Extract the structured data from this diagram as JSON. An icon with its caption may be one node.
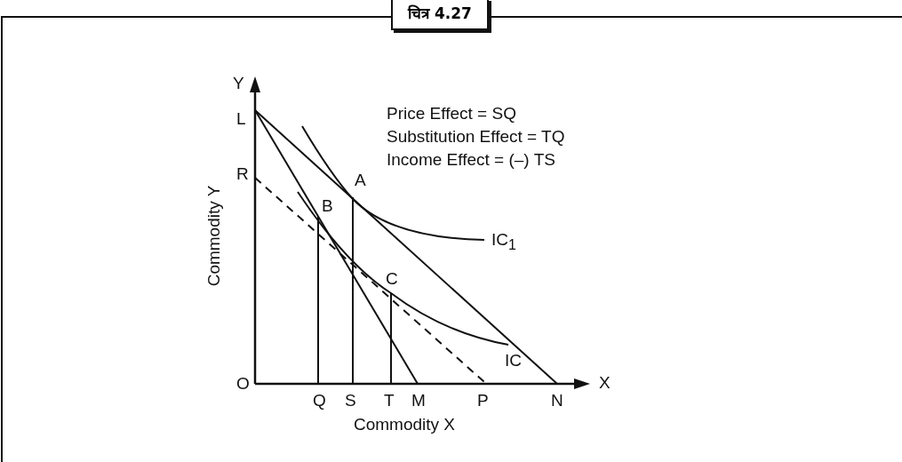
{
  "diagram": {
    "title": "चित्र 4.27",
    "labels": [
      "Y",
      "Price Effect = SQ",
      "Substitution Effect = TQ",
      "Income Effect = (–) TS",
      "L",
      "R",
      "A",
      "B",
      "Commodity Y",
      "IC$_{1}$",
      "C",
      "IC",
      "O",
      "Q",
      "S",
      "T",
      "M",
      "P",
      "N",
      "X",
      "Commodity X"
    ]
  }
}
